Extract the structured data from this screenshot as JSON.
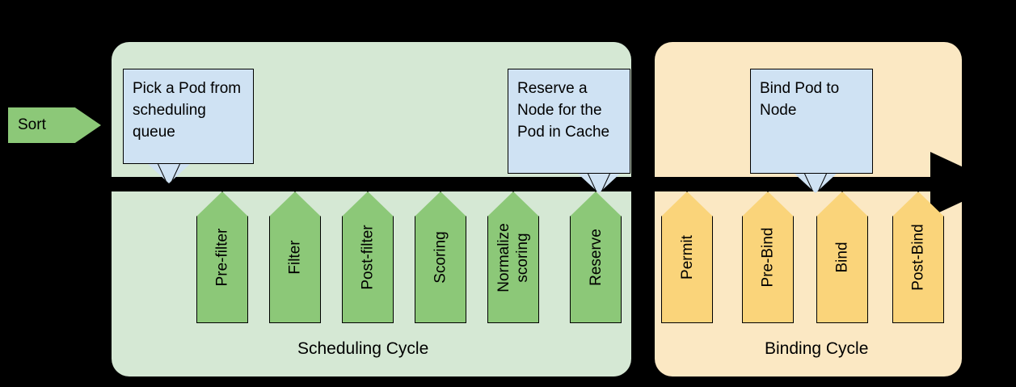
{
  "diagram": {
    "entry": {
      "label": "Sort",
      "color": "#8CC878"
    },
    "timeline": {
      "arrow_direction": "right",
      "color": "#000000"
    },
    "callouts": [
      {
        "id": "pick-pod",
        "text": "Pick a Pod from scheduling queue",
        "color": "#CFE2F3"
      },
      {
        "id": "reserve-node",
        "text": "Reserve a Node for the Pod in Cache",
        "color": "#CFE2F3"
      },
      {
        "id": "bind-pod",
        "text": "Bind Pod to Node",
        "color": "#CFE2F3"
      }
    ],
    "cycles": [
      {
        "id": "scheduling-cycle",
        "caption": "Scheduling Cycle",
        "panel_color": "#D5E8D4",
        "plugin_color": "#8CC878",
        "plugins": [
          {
            "label": "Pre-filter"
          },
          {
            "label": "Filter"
          },
          {
            "label": "Post-filter"
          },
          {
            "label": "Scoring"
          },
          {
            "label": "Normalize scoring",
            "two_line": true
          },
          {
            "label": "Reserve"
          }
        ]
      },
      {
        "id": "binding-cycle",
        "caption": "Binding Cycle",
        "panel_color": "#FBE8C3",
        "plugin_color": "#FAD47A",
        "plugins": [
          {
            "label": "Permit"
          },
          {
            "label": "Pre-Bind"
          },
          {
            "label": "Bind"
          },
          {
            "label": "Post-Bind"
          }
        ]
      }
    ]
  }
}
